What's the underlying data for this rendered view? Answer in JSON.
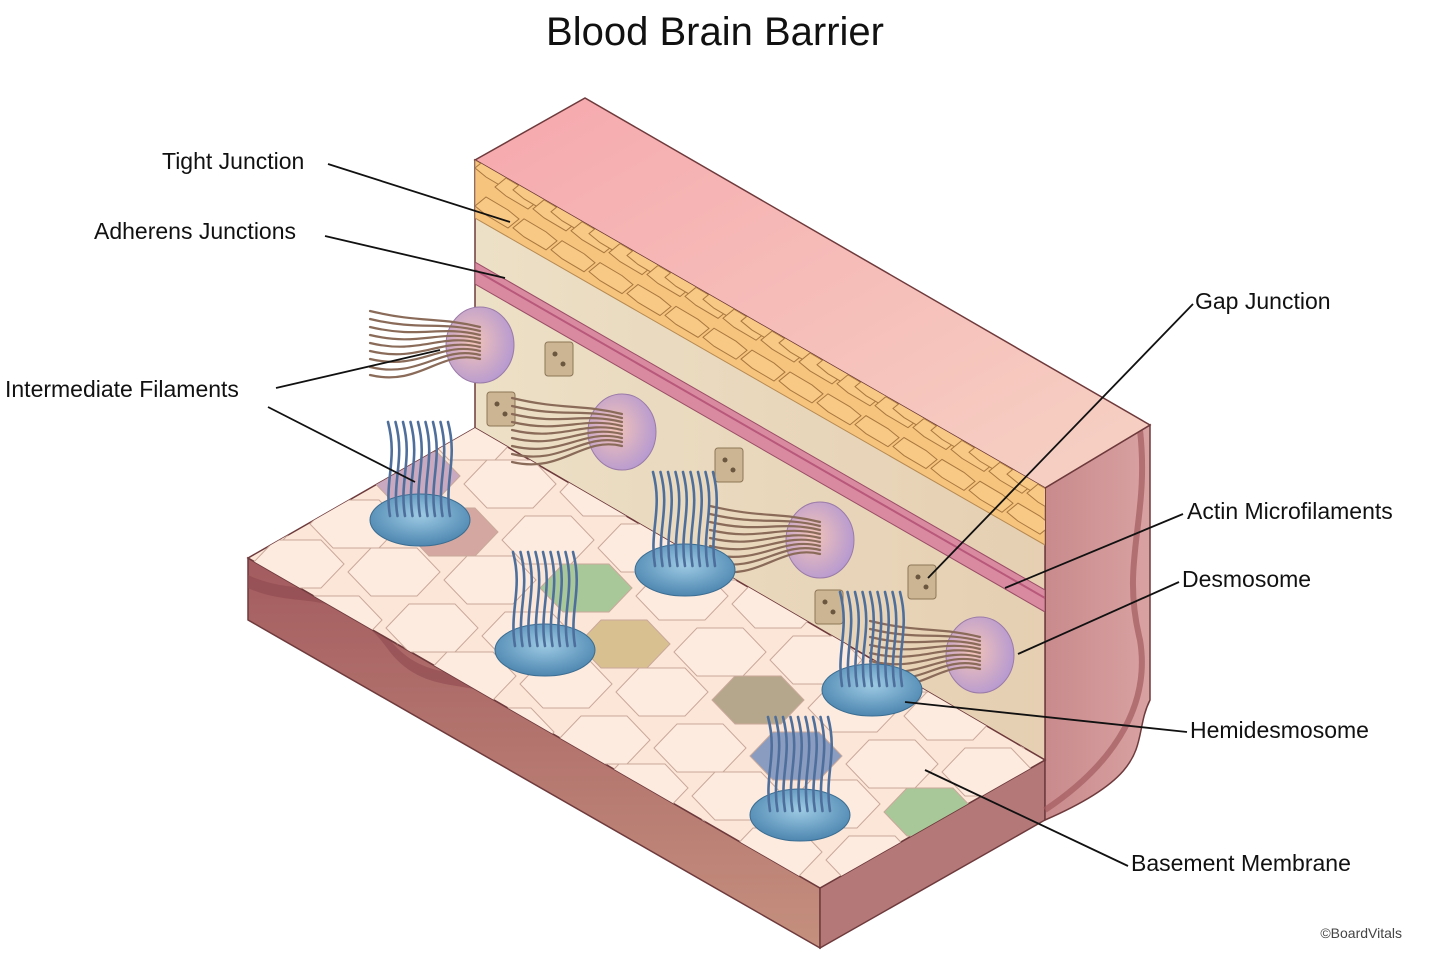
{
  "title": "Blood Brain Barrier",
  "labels": {
    "tight_junction": "Tight Junction",
    "adherens_junctions": "Adherens Junctions",
    "intermediate_filaments": "Intermediate Filaments",
    "gap_junction": "Gap Junction",
    "actin_microfilaments": "Actin Microfilaments",
    "desmosome": "Desmosome",
    "hemidesmosome": "Hemidesmosome",
    "basement_membrane": "Basement Membrane"
  },
  "credit": "©BoardVitals",
  "colors": {
    "tight_junction_cells": "#f7c47e",
    "membrane_top": "#f2aeb0",
    "adherens_band": "#d98aa0",
    "wall_face": "#eedcc0",
    "floor": "#fbe6d8",
    "hemidesmosome_pad": "#6aa3c8",
    "desmosome": "#d7a6c8",
    "filament": "#8a6a58",
    "tissue_side": "#a86a6a"
  }
}
